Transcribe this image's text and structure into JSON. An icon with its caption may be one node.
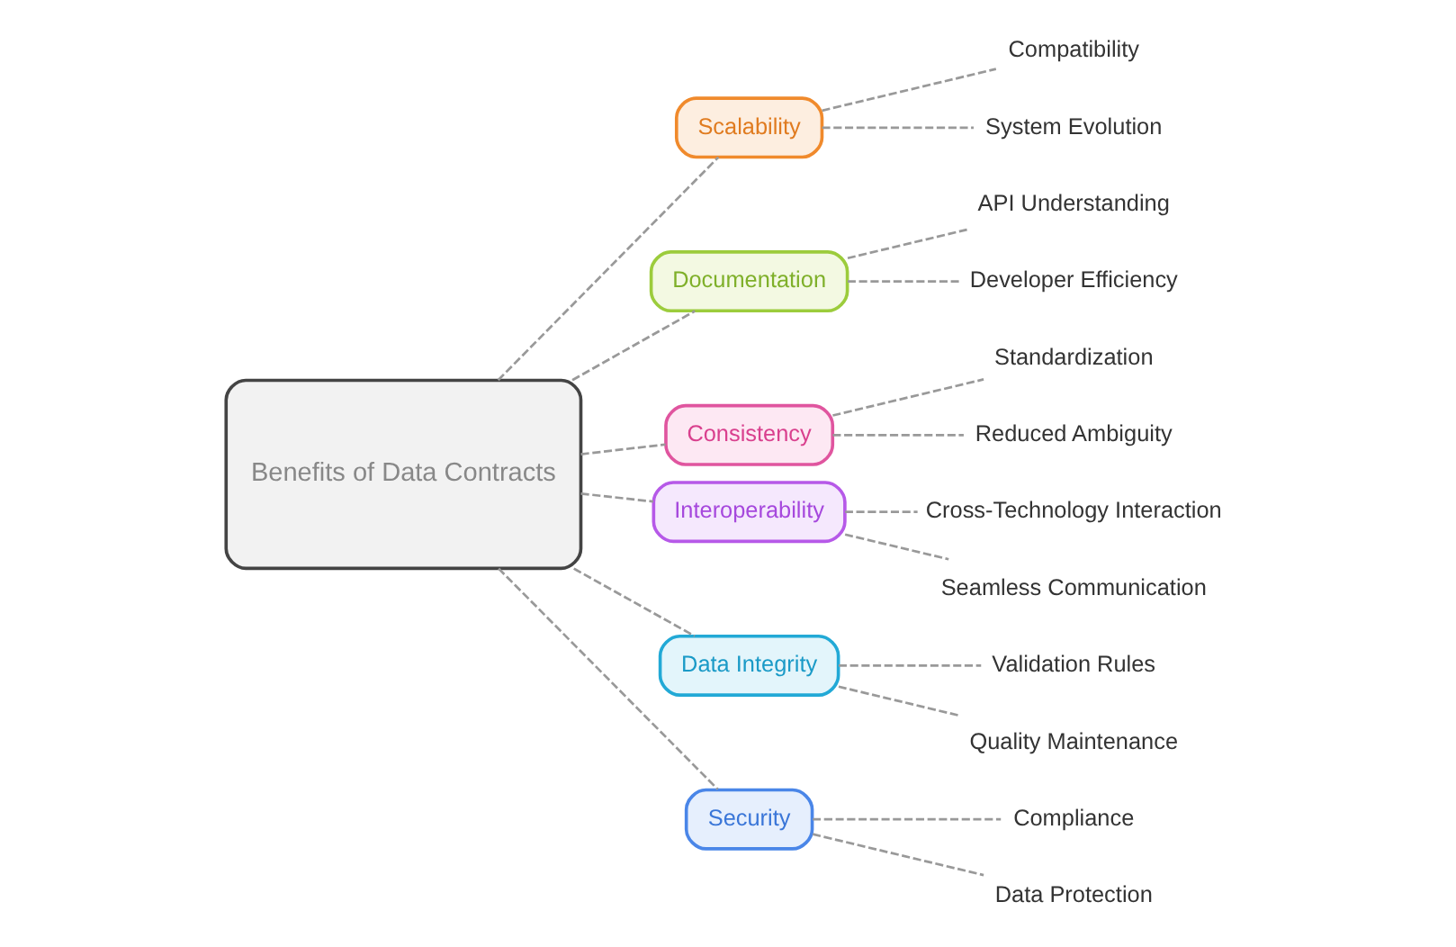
{
  "diagram": {
    "nodes": [
      {
        "text": [
          "Benefits of Data Contracts"
        ]
      },
      {
        "text": [
          "Scalability"
        ]
      },
      {
        "text": [
          "Compatibility"
        ]
      },
      {
        "text": [
          "System Evolution"
        ]
      },
      {
        "text": [
          "Documentation"
        ]
      },
      {
        "text": [
          "API Understanding"
        ]
      },
      {
        "text": [
          "Developer Efficiency"
        ]
      },
      {
        "text": [
          "Consistency"
        ]
      },
      {
        "text": [
          "Standardization"
        ]
      },
      {
        "text": [
          "Reduced Ambiguity"
        ]
      },
      {
        "text": [
          "Interoperability"
        ]
      },
      {
        "text": [
          "Cross-Technology Interaction"
        ]
      },
      {
        "text": [
          "Seamless Communication"
        ]
      },
      {
        "text": [
          "Data Integrity"
        ]
      },
      {
        "text": [
          "Validation Rules"
        ]
      },
      {
        "text": [
          "Quality Maintenance"
        ]
      },
      {
        "text": [
          "Security"
        ]
      },
      {
        "text": [
          "Compliance"
        ]
      },
      {
        "text": [
          "Data Protection"
        ]
      }
    ],
    "edges": [
      {
        "from": 0,
        "to": 1,
        "arrow": "none",
        "style": "dashed"
      },
      {
        "from": 1,
        "to": 2,
        "arrow": "none",
        "style": "dashed"
      },
      {
        "from": 1,
        "to": 3,
        "arrow": "none",
        "style": "dashed"
      },
      {
        "from": 0,
        "to": 4,
        "arrow": "none",
        "style": "dashed"
      },
      {
        "from": 4,
        "to": 5,
        "arrow": "none",
        "style": "dashed"
      },
      {
        "from": 4,
        "to": 6,
        "arrow": "none",
        "style": "dashed"
      },
      {
        "from": 0,
        "to": 7,
        "arrow": "none",
        "style": "dashed"
      },
      {
        "from": 7,
        "to": 8,
        "arrow": "none",
        "style": "dashed"
      },
      {
        "from": 7,
        "to": 9,
        "arrow": "none",
        "style": "dashed"
      },
      {
        "from": 0,
        "to": 10,
        "arrow": "none",
        "style": "dashed"
      },
      {
        "from": 10,
        "to": 11,
        "arrow": "none",
        "style": "dashed"
      },
      {
        "from": 10,
        "to": 12,
        "arrow": "none",
        "style": "dashed"
      },
      {
        "from": 0,
        "to": 13,
        "arrow": "none",
        "style": "dashed"
      },
      {
        "from": 13,
        "to": 14,
        "arrow": "none",
        "style": "dashed"
      },
      {
        "from": 13,
        "to": 15,
        "arrow": "none",
        "style": "dashed"
      },
      {
        "from": 0,
        "to": 16,
        "arrow": "none",
        "style": "dashed"
      },
      {
        "from": 16,
        "to": 17,
        "arrow": "none",
        "style": "dashed"
      },
      {
        "from": 16,
        "to": 18,
        "arrow": "none",
        "style": "dashed"
      }
    ]
  }
}
